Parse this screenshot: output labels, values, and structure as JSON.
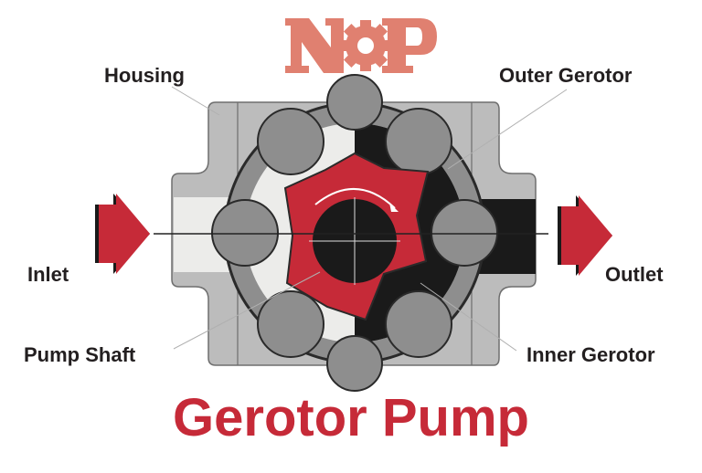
{
  "logo": {
    "text": "NP",
    "color": "#e08070"
  },
  "labels": {
    "housing": "Housing",
    "outer_gerotor": "Outer Gerotor",
    "inlet": "Inlet",
    "outlet": "Outlet",
    "pump_shaft": "Pump Shaft",
    "inner_gerotor": "Inner Gerotor"
  },
  "title": "Gerotor Pump",
  "colors": {
    "red": "#c62a38",
    "housing": "#bcbcbc",
    "outer_gerotor": "#8e8e8e",
    "dark": "#1a1a1a",
    "fluid_light": "#ececea"
  }
}
